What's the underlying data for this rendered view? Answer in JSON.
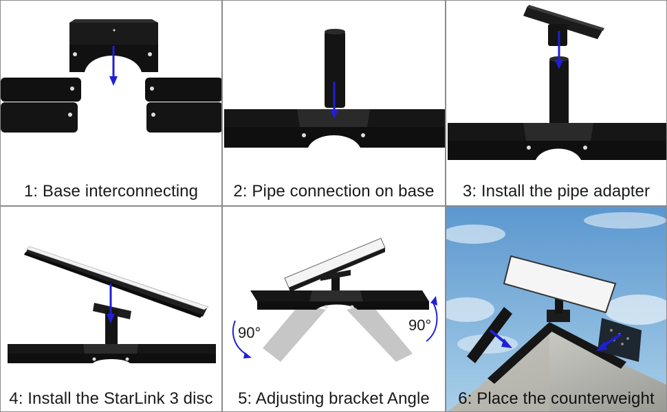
{
  "steps": [
    {
      "caption": "1: Base interconnecting"
    },
    {
      "caption": "2: Pipe connection on base"
    },
    {
      "caption": "3: Install the pipe adapter"
    },
    {
      "caption": "4: Install the StarLink 3 disc"
    },
    {
      "caption": "5: Adjusting bracket Angle"
    },
    {
      "caption": "6: Place the counterweight"
    }
  ],
  "angle_labels": {
    "left": "90°",
    "right": "90°"
  },
  "colors": {
    "arrow": "#1f1fd6",
    "metal": "#121212",
    "sky": "#6fa8dc"
  }
}
